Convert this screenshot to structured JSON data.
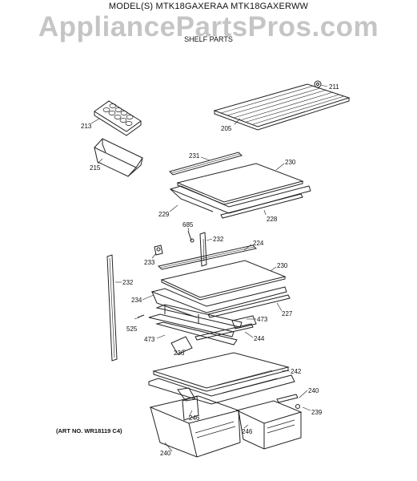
{
  "header": {
    "model_line": "MODEL(S) MTK18GAXERAA  MTK18GAXERWW",
    "section_title": "SHELF PARTS",
    "watermark": "AppliancePartsPros.com"
  },
  "footer": {
    "art_note": "(ART NO. WR18119 C4)"
  },
  "callouts": [
    "211",
    "205",
    "213",
    "215",
    "231",
    "230",
    "229",
    "228",
    "685",
    "232",
    "224",
    "233",
    "230",
    "232",
    "234",
    "227",
    "525",
    "473",
    "473",
    "244",
    "236",
    "242",
    "240",
    "246",
    "239",
    "246",
    "240"
  ]
}
